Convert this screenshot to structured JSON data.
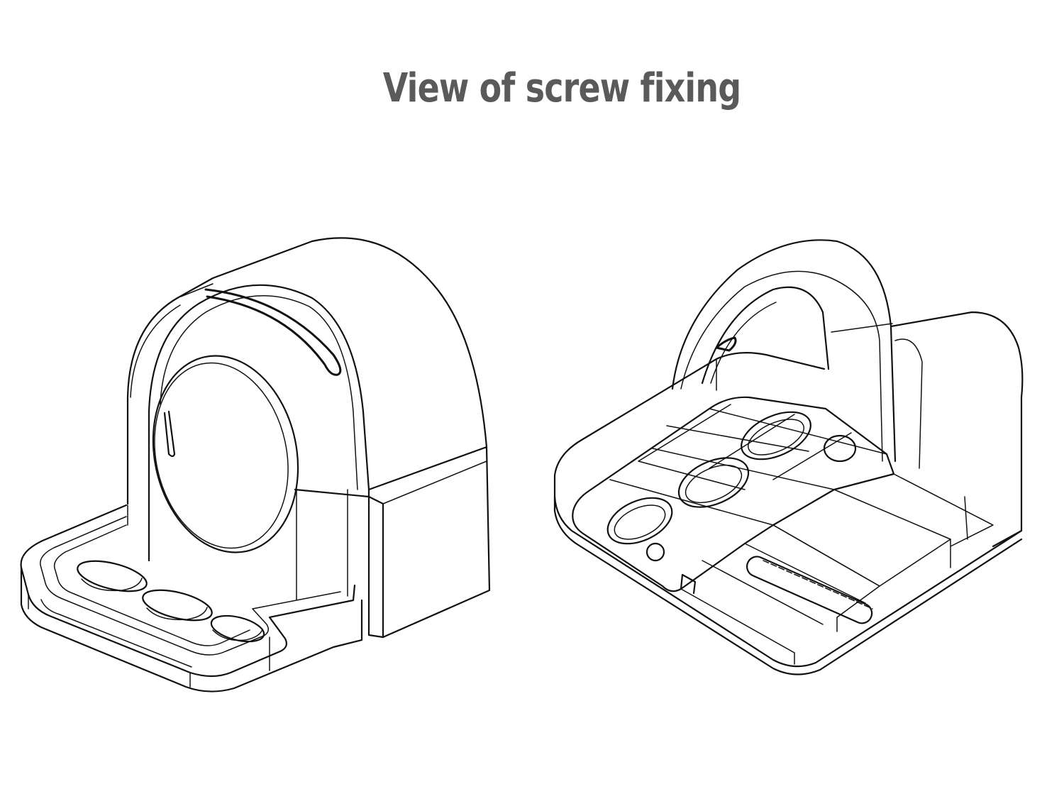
{
  "title": "View of screw fixing",
  "colors": {
    "title_text": "#5a5a5a",
    "line": "#111111",
    "background": "#ffffff"
  },
  "views": [
    {
      "name": "front-view",
      "description_icon": "mount-front-icon"
    },
    {
      "name": "underside-view",
      "description_icon": "mount-underside-icon"
    }
  ]
}
